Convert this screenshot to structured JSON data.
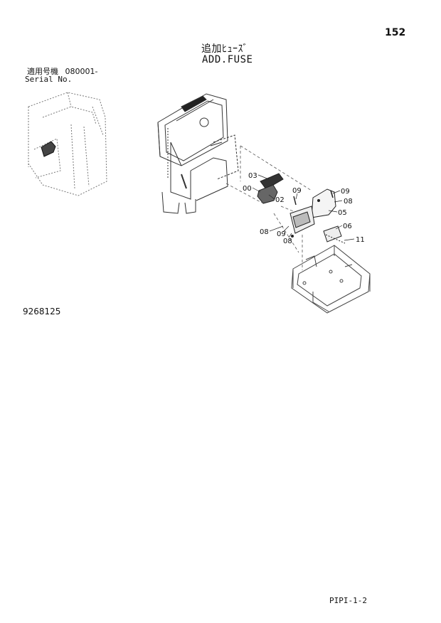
{
  "page_number": "152",
  "title_jp": "追加ﾋｭｰｽﾞ",
  "title_en": "ADD.FUSE",
  "serial": {
    "label_jp": "適用号機",
    "value": "080001-",
    "label_en": "Serial No."
  },
  "figure_number": "9268125",
  "page_code": "PIPI-1-2",
  "callouts": [
    "03",
    "00",
    "02",
    "09",
    "09",
    "08",
    "05",
    "06",
    "08",
    "09",
    "08",
    "11"
  ]
}
